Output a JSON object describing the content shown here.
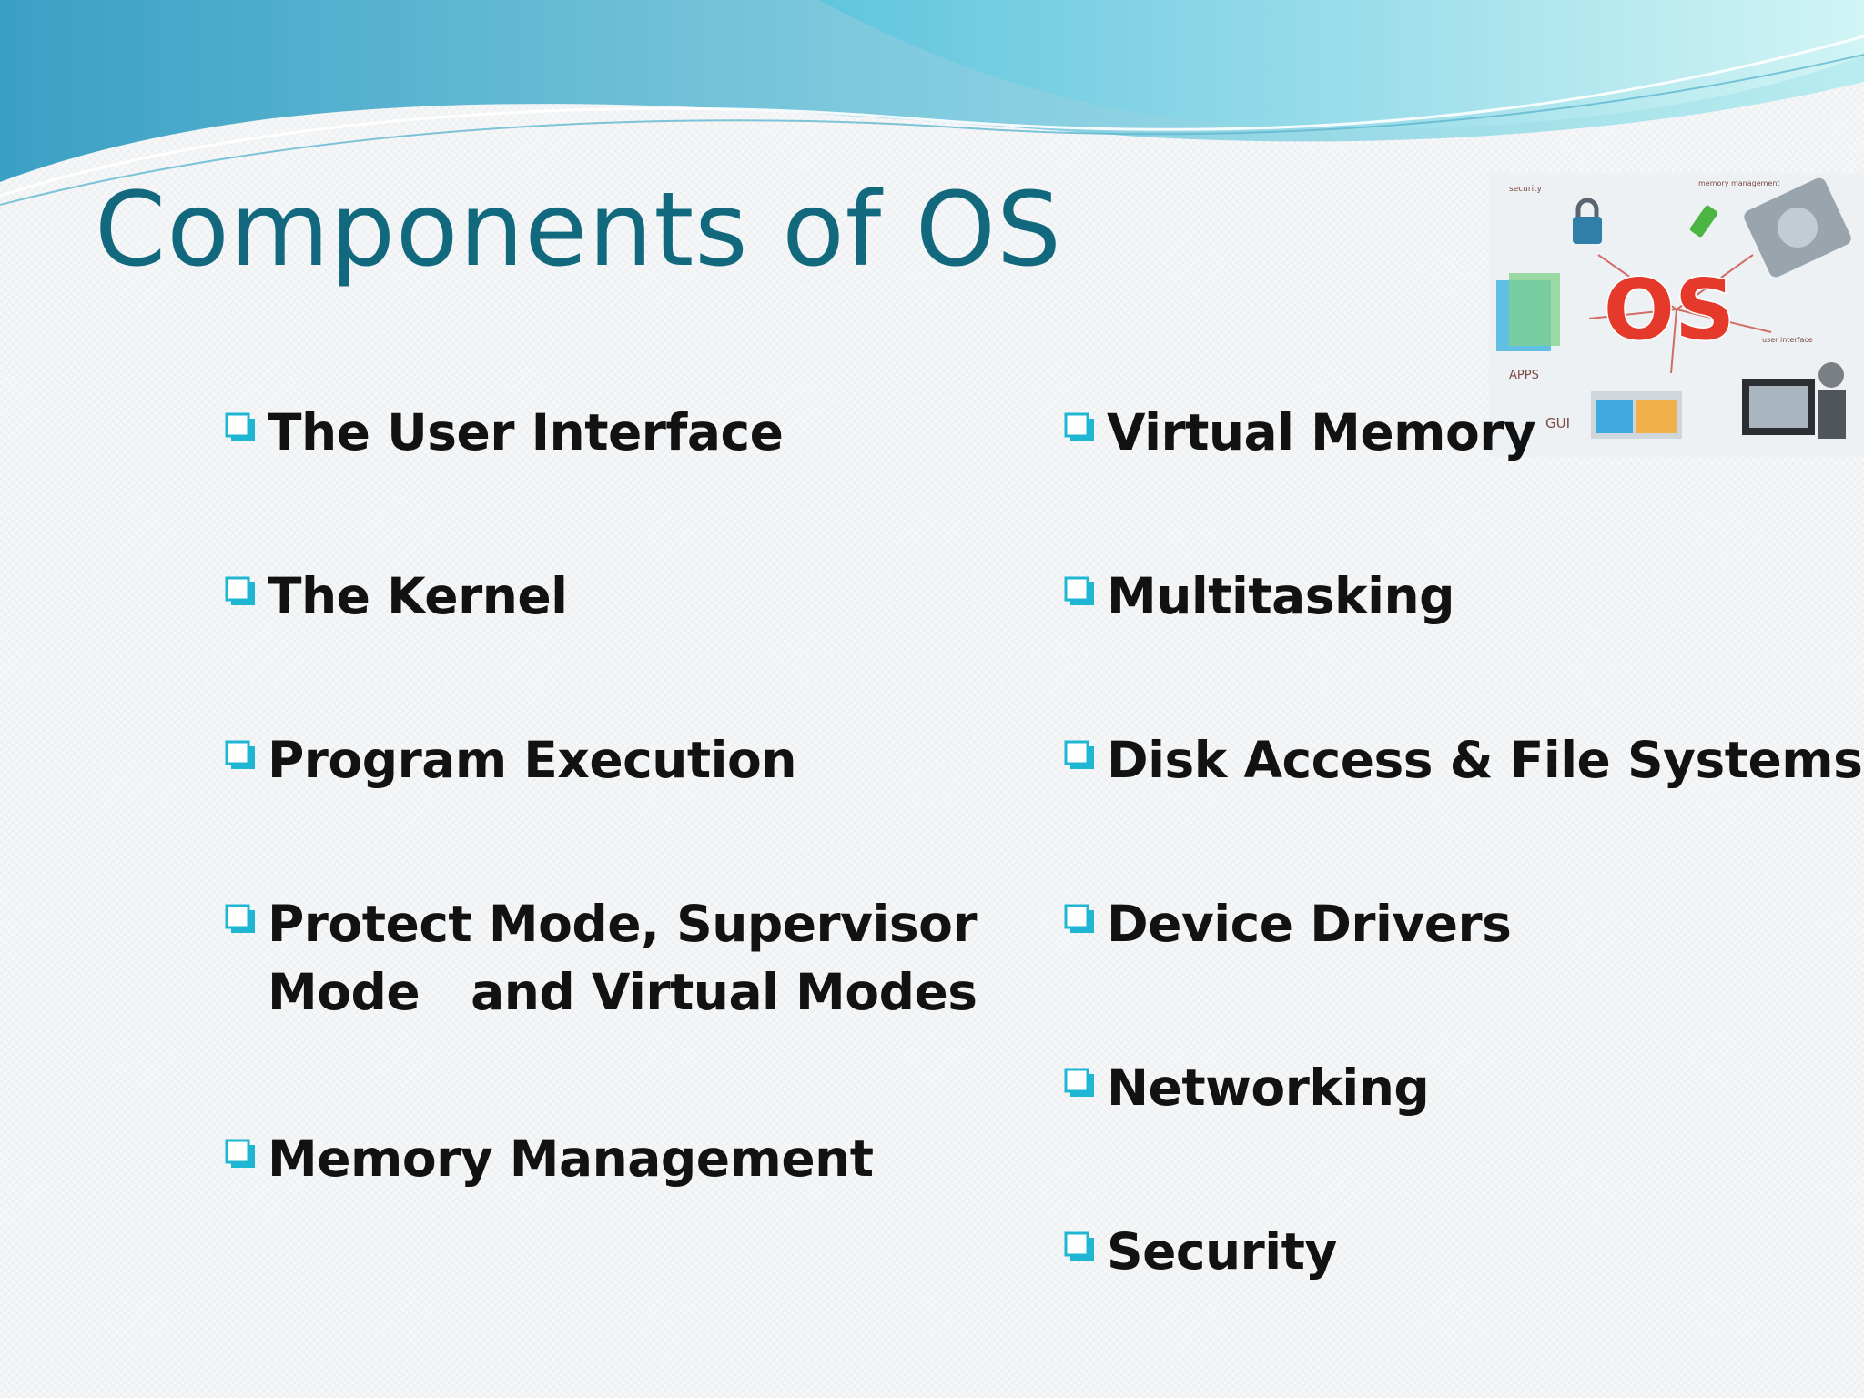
{
  "slide": {
    "title": "Components of OS",
    "left_items": [
      {
        "label": "The User Interface"
      },
      {
        "label": "The Kernel"
      },
      {
        "label": "Program Execution"
      },
      {
        "label": "Protect Mode, Supervisor\nMode   and Virtual Modes"
      },
      {
        "label": "Memory Management"
      }
    ],
    "right_items": [
      {
        "label": "Virtual Memory"
      },
      {
        "label": "Multitasking"
      },
      {
        "label": "Disk Access & File Systems"
      },
      {
        "label": "Device Drivers"
      },
      {
        "label": "Networking"
      },
      {
        "label": "Security"
      }
    ],
    "image": {
      "center_text": "OS",
      "labels": {
        "apps": "APPS",
        "gui": "GUI"
      }
    }
  },
  "colors": {
    "title": "#12697d",
    "bullet": "#1fb6d3",
    "os_text": "#e5392b",
    "wave_dark": "#3aa7c9",
    "wave_light": "#8fdcea"
  }
}
